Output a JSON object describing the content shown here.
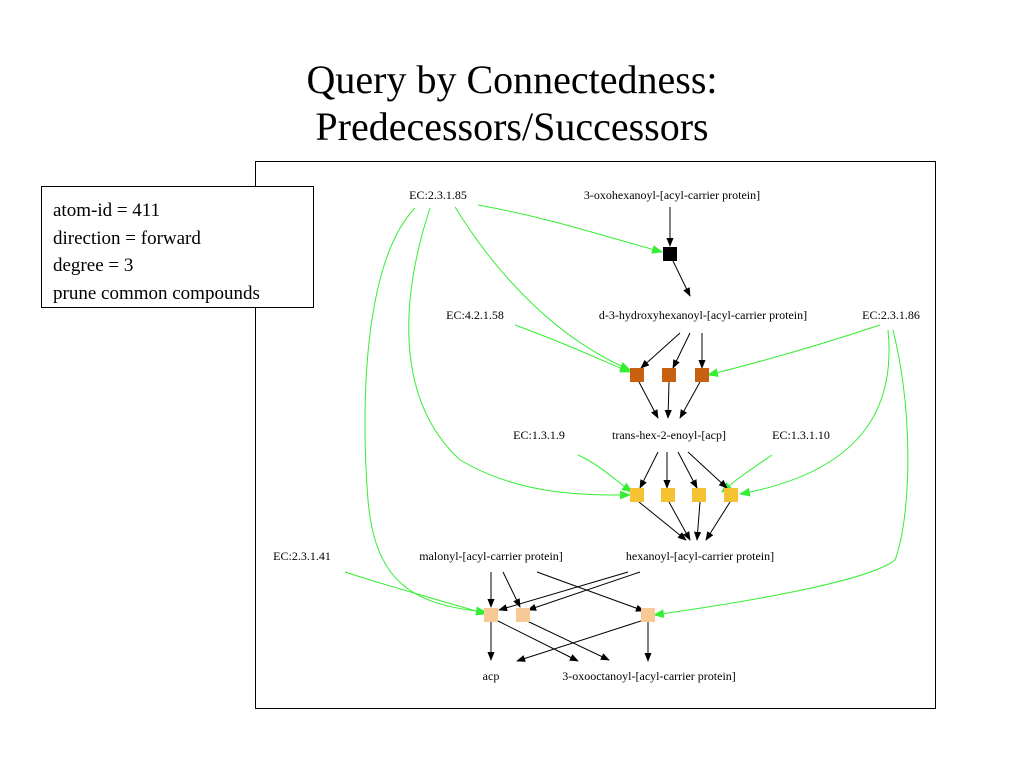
{
  "title": {
    "line1": "Query by Connectedness:",
    "line2": "Predecessors/Successors"
  },
  "query_box": {
    "lines": [
      "atom-id = 411",
      "direction = forward",
      "degree = 3",
      "prune common compounds"
    ]
  },
  "colors": {
    "enzyme_edge": "#33ee33",
    "arrow": "#000000",
    "reaction_level_1": "#000000",
    "reaction_level_2": "#c8610f",
    "reaction_level_3": "#f5c232",
    "reaction_level_4": "#f8c896"
  },
  "graph": {
    "nodes": {
      "ec_2_3_1_85": "EC:2.3.1.85",
      "oxohexanoyl_acp": "3-oxohexanoyl-[acyl-carrier protein]",
      "ec_4_2_1_58": "EC:4.2.1.58",
      "hydroxyhexanoyl_acp": "d-3-hydroxyhexanoyl-[acyl-carrier protein]",
      "ec_2_3_1_86": "EC:2.3.1.86",
      "ec_1_3_1_9": "EC:1.3.1.9",
      "trans_hex_enoyl_acp": "trans-hex-2-enoyl-[acp]",
      "ec_1_3_1_10": "EC:1.3.1.10",
      "ec_2_3_1_41": "EC:2.3.1.41",
      "malonyl_acp": "malonyl-[acyl-carrier protein]",
      "hexanoyl_acp": "hexanoyl-[acyl-carrier protein]",
      "acp": "acp",
      "oxooctanoyl_acp": "3-oxooctanoyl-[acyl-carrier protein]"
    }
  }
}
